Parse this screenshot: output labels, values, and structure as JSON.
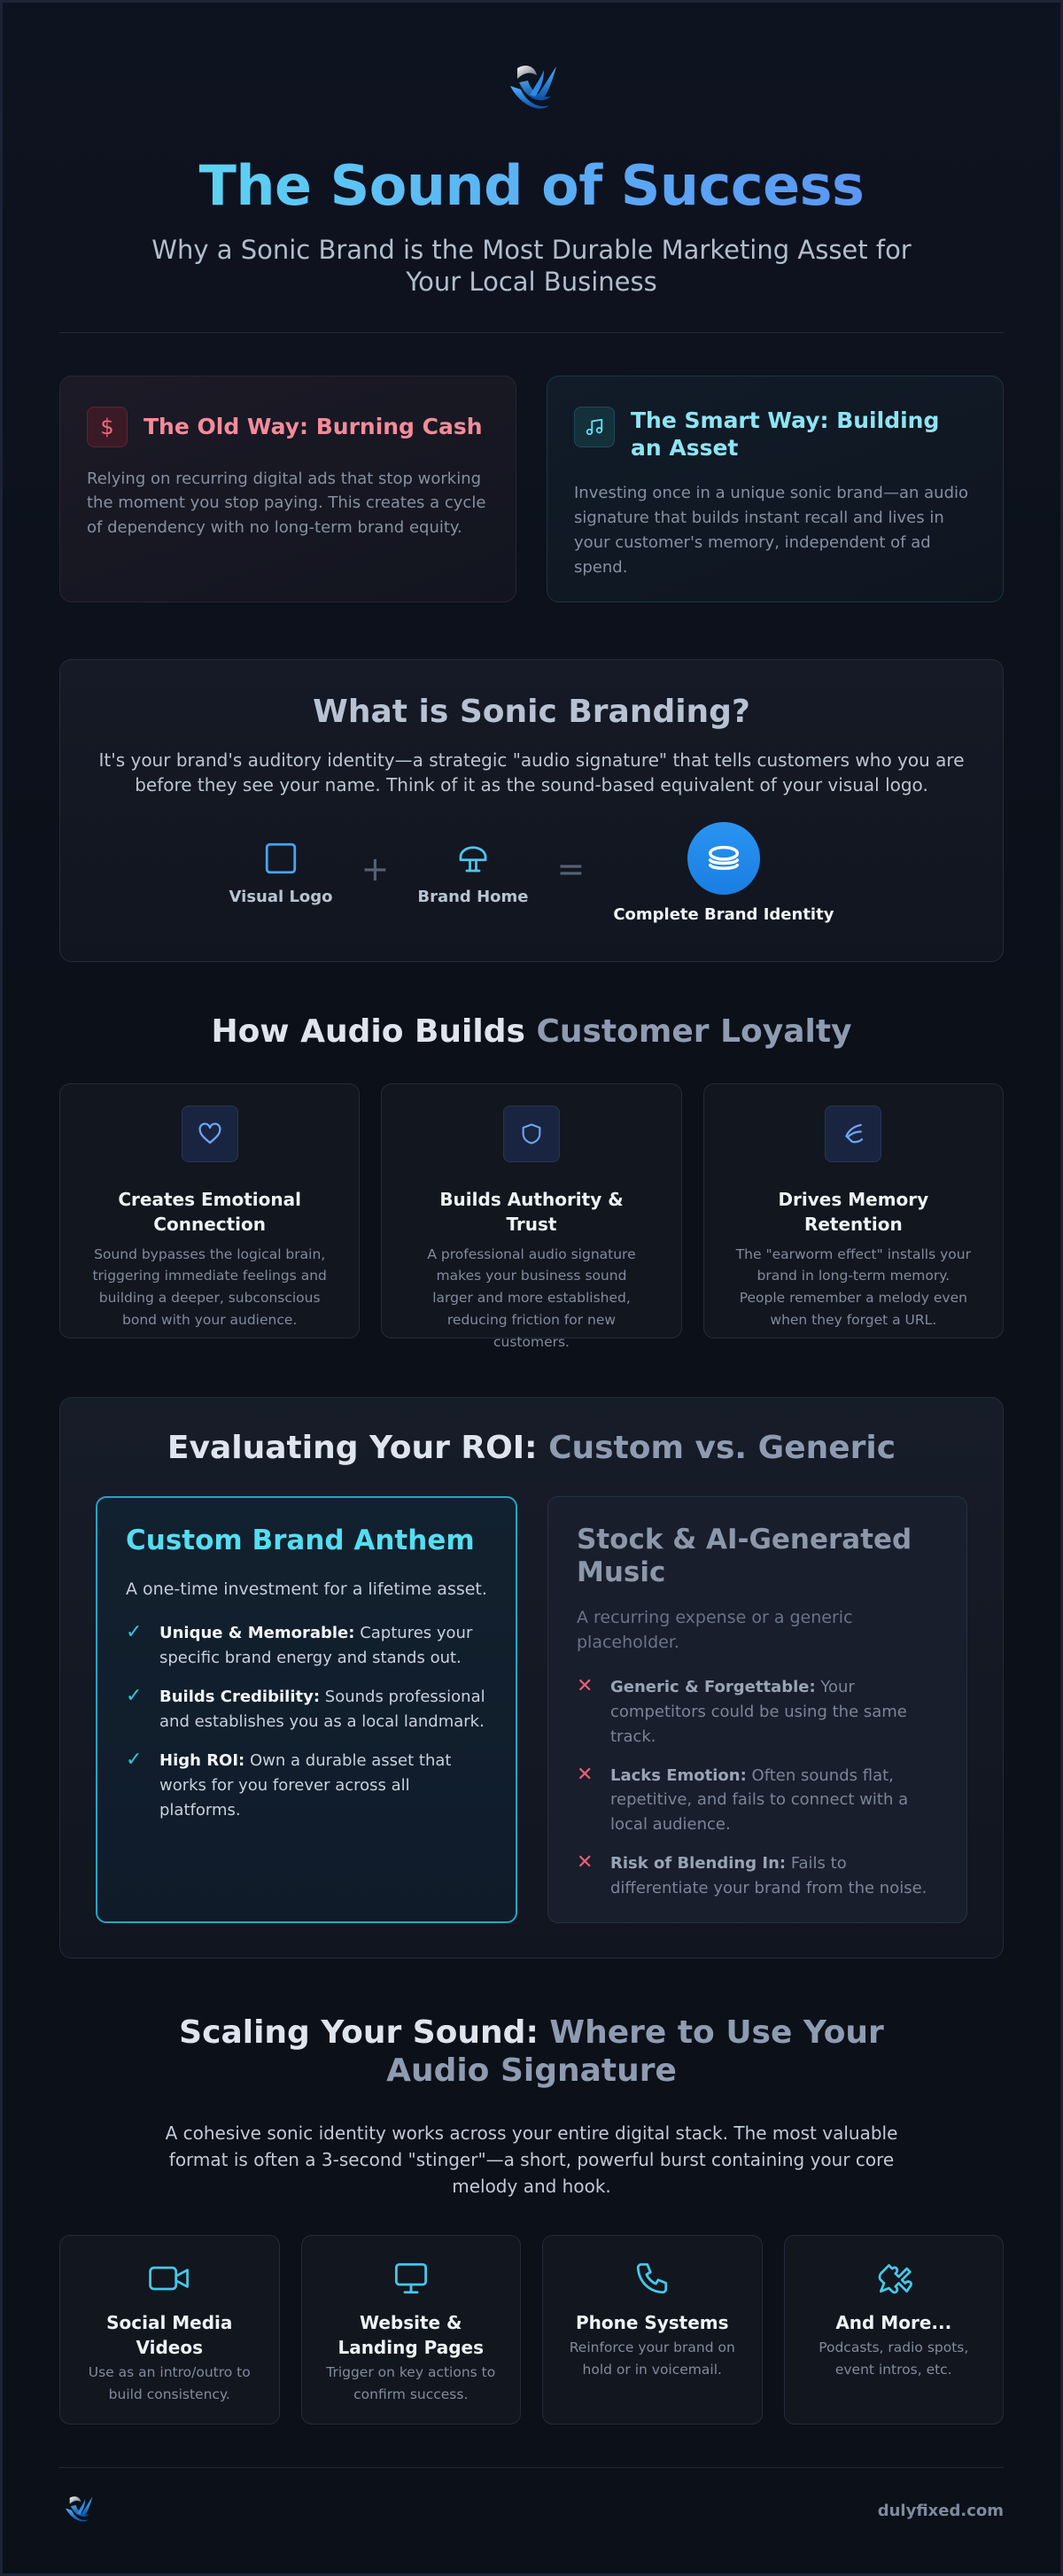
{
  "header": {
    "logo_icon": "bird-wing-logo-icon",
    "title": "The Sound of Success",
    "subtitle": "Why a Sonic Brand is the Most Durable Marketing Asset for Your Local Business"
  },
  "comparison": {
    "old": {
      "icon": "dollar-icon",
      "icon_glyph": "$",
      "title": "The Old Way: Burning Cash",
      "text": "Relying on recurring digital ads that stop working the moment you stop paying. This creates a cycle of dependency with no long-term brand equity."
    },
    "smart": {
      "icon": "music-note-icon",
      "title": "The Smart Way: Building an Asset",
      "text": "Investing once in a unique sonic brand—an audio signature that builds instant recall and lives in your customer's memory, independent of ad spend."
    }
  },
  "sonic": {
    "title": "What is Sonic Branding?",
    "text": "It's your brand's auditory identity—a strategic \"audio signature\" that tells customers who you are before they see your name. Think of it as the sound-based equivalent of your visual logo.",
    "visual_logo": "Visual Logo",
    "plus": "+",
    "brand_home": "Brand Home",
    "equals": "=",
    "complete": "Complete Brand Identity"
  },
  "loyalty": {
    "title_a": "How Audio Builds",
    "title_b": "Customer Loyalty",
    "cards": [
      {
        "icon": "heart-icon",
        "title": "Creates Emotional Connection",
        "text": "Sound bypasses the logical brain, triggering immediate feelings and building a deeper, subconscious bond with your audience."
      },
      {
        "icon": "shield-icon",
        "title": "Builds Authority & Trust",
        "text": "A professional audio signature makes your business sound larger and more established, reducing friction for new customers."
      },
      {
        "icon": "memory-icon",
        "title": "Drives Memory Retention",
        "text": "The \"earworm effect\" installs your brand in long-term memory. People remember a melody even when they forget a URL."
      }
    ]
  },
  "roi": {
    "title_a": "Evaluating Your ROI:",
    "title_b": "Custom vs. Generic",
    "custom": {
      "title": "Custom Brand Anthem",
      "lead": "A one-time investment for a lifetime asset.",
      "items": [
        {
          "bold": "Unique & Memorable:",
          "text": "Captures your specific brand energy and stands out."
        },
        {
          "bold": "Builds Credibility:",
          "text": "Sounds professional and establishes you as a local landmark."
        },
        {
          "bold": "High ROI:",
          "text": "Own a durable asset that works for you forever across all platforms."
        }
      ]
    },
    "stock": {
      "title": "Stock & AI-Generated Music",
      "lead": "A recurring expense or a generic placeholder.",
      "items": [
        {
          "bold": "Generic & Forgettable:",
          "text": "Your competitors could be using the same track."
        },
        {
          "bold": "Lacks Emotion:",
          "text": "Often sounds flat, repetitive, and fails to connect with a local audience."
        },
        {
          "bold": "Risk of Blending In:",
          "text": "Fails to differentiate your brand from the noise."
        }
      ]
    }
  },
  "scaling": {
    "title_a": "Scaling Your Sound:",
    "title_b": "Where to Use Your Audio Signature",
    "text": "A cohesive sonic identity works across your entire digital stack. The most valuable format is often a 3-second \"stinger\"—a short, powerful burst containing your core melody and hook.",
    "cards": [
      {
        "icon": "video-camera-icon",
        "title": "Social Media Videos",
        "text": "Use as an intro/outro to build consistency."
      },
      {
        "icon": "monitor-icon",
        "title": "Website & Landing Pages",
        "text": "Trigger on key actions to confirm success."
      },
      {
        "icon": "phone-icon",
        "title": "Phone Systems",
        "text": "Reinforce your brand on hold or in voicemail."
      },
      {
        "icon": "puzzle-icon",
        "title": "And More...",
        "text": "Podcasts, radio spots, event intros, etc."
      }
    ]
  },
  "footer": {
    "url": "dulyfixed.com"
  },
  "colors": {
    "accent_cyan": "#55ddf0",
    "accent_blue": "#2a94f0",
    "danger": "#ef5f77",
    "background": "#0b1019"
  }
}
